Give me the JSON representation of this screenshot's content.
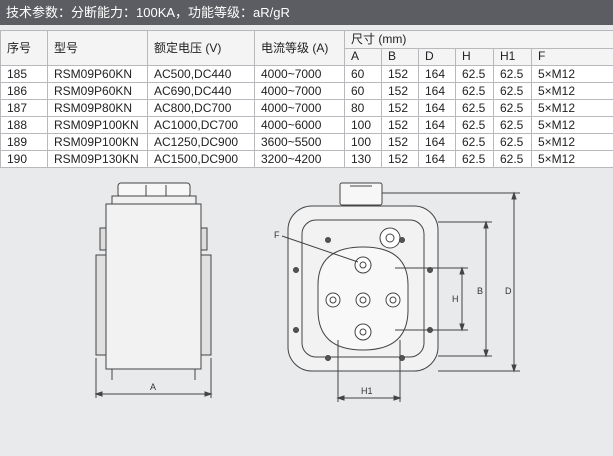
{
  "header": {
    "text": "技术参数：分断能力：100KA，功能等级：aR/gR"
  },
  "table": {
    "columns": {
      "index": "序号",
      "model": "型号",
      "voltage": "额定电压 (V)",
      "current": "电流等级 (A)",
      "dimensions": "尺寸 (mm)",
      "a": "A",
      "b": "B",
      "d": "D",
      "h": "H",
      "h1": "H1",
      "f": "F"
    },
    "rows": [
      [
        "185",
        "RSM09P60KN",
        "AC500,DC440",
        "4000~7000",
        "60",
        "152",
        "164",
        "62.5",
        "62.5",
        "5×M12"
      ],
      [
        "186",
        "RSM09P60KN",
        "AC690,DC440",
        "4000~7000",
        "60",
        "152",
        "164",
        "62.5",
        "62.5",
        "5×M12"
      ],
      [
        "187",
        "RSM09P80KN",
        "AC800,DC700",
        "4000~7000",
        "80",
        "152",
        "164",
        "62.5",
        "62.5",
        "5×M12"
      ],
      [
        "188",
        "RSM09P100KN",
        "AC1000,DC700",
        "4000~6000",
        "100",
        "152",
        "164",
        "62.5",
        "62.5",
        "5×M12"
      ],
      [
        "189",
        "RSM09P100KN",
        "AC1250,DC900",
        "3600~5500",
        "100",
        "152",
        "164",
        "62.5",
        "62.5",
        "5×M12"
      ],
      [
        "190",
        "RSM09P130KN",
        "AC1500,DC900",
        "3200~4200",
        "130",
        "152",
        "164",
        "62.5",
        "62.5",
        "5×M12"
      ]
    ]
  },
  "drawing": {
    "label_a": "A",
    "label_b": "B",
    "label_d": "D",
    "label_h": "H",
    "label_h1": "H1",
    "label_f": "F"
  },
  "colors": {
    "header_bg": "#5b5d63",
    "page_bg": "#e9eaec",
    "line": "#444444"
  }
}
